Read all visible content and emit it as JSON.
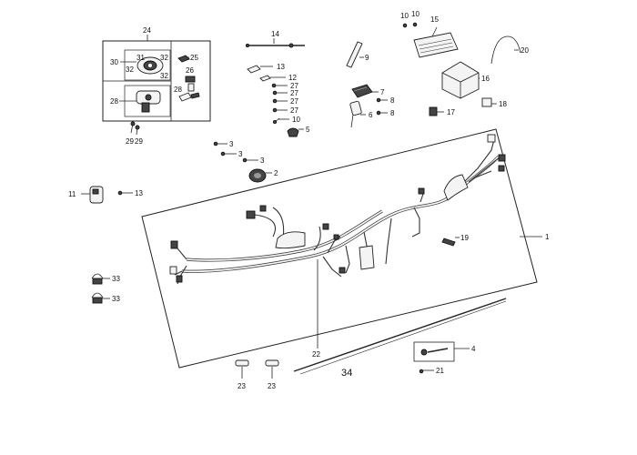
{
  "callouts": {
    "c1": "1",
    "c2": "2",
    "c3a": "3",
    "c3b": "3",
    "c3c": "3",
    "c4": "4",
    "c5": "5",
    "c6": "6",
    "c7": "7",
    "c8a": "8",
    "c8b": "8",
    "c9": "9",
    "c10a": "10",
    "c10b": "10",
    "c10c": "10",
    "c11": "11",
    "c12": "12",
    "c13a": "13",
    "c13b": "13",
    "c15": "15",
    "c16": "16",
    "c17": "17",
    "c18": "18",
    "c19": "19",
    "c20": "20",
    "c21": "21",
    "c22": "22",
    "c23a": "23",
    "c23b": "23",
    "c24": "24",
    "c25": "25",
    "c26": "26",
    "c27a": "27",
    "c27b": "27",
    "c27c": "27",
    "c27d": "27",
    "c28": "28",
    "c28b": "28",
    "c29a": "29",
    "c29b": "29",
    "c30": "30",
    "c31": "31",
    "c32a": "32",
    "c32b": "32",
    "c32c": "32",
    "c33a": "33",
    "c33b": "33",
    "c34": "34",
    "c14": "14"
  }
}
